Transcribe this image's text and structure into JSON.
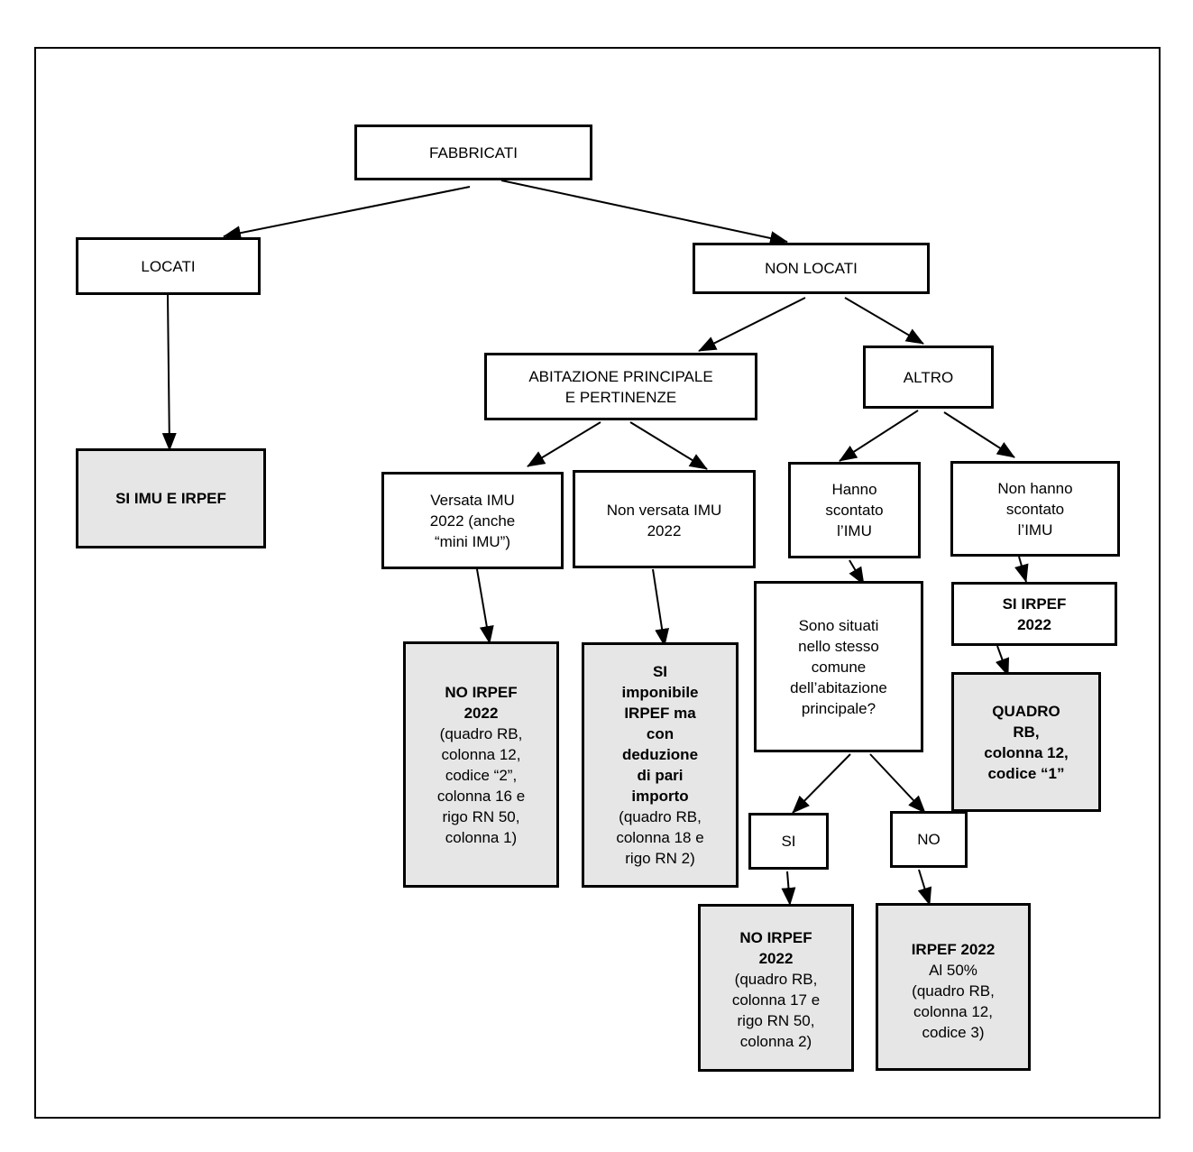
{
  "nodes": {
    "fabbricati": {
      "text": "FABBRICATI"
    },
    "locati": {
      "text": "LOCATI"
    },
    "non_locati": {
      "text": "NON LOCATI"
    },
    "si_imu_irpef": {
      "text": "SI IMU E IRPEF"
    },
    "abitazione": {
      "line1": "ABITAZIONE PRINCIPALE",
      "line2": "E PERTINENZE"
    },
    "altro": {
      "text": "ALTRO"
    },
    "versata": {
      "line1": "Versata IMU",
      "line2": "2022 (anche",
      "line3": "“mini IMU”)"
    },
    "non_versata": {
      "line1": "Non versata IMU",
      "line2": "2022"
    },
    "hanno_scontato": {
      "line1": "Hanno",
      "line2": "scontato",
      "line3": "l’IMU"
    },
    "non_hanno_scontato": {
      "line1": "Non hanno",
      "line2": "scontato",
      "line3": "l’IMU"
    },
    "sono_situati": {
      "line1": "Sono situati",
      "line2": "nello stesso",
      "line3": "comune",
      "line4": "dell’abitazione",
      "line5": "principale?"
    },
    "si_irpef": {
      "line1": "SI IRPEF",
      "line2": "2022"
    },
    "no_irpef_versata": {
      "bold1": "NO IRPEF",
      "bold2": "2022",
      "line1": "(quadro RB,",
      "line2": "colonna 12,",
      "line3": "codice “2”,",
      "line4": "colonna 16 e",
      "line5": "rigo RN 50,",
      "line6": "colonna 1)"
    },
    "si_imponibile": {
      "bold1": "SI",
      "bold2": "imponibile",
      "bold3": "IRPEF ma",
      "bold4": "con",
      "bold5": "deduzione",
      "bold6": "di pari",
      "bold7": "importo",
      "line1": "(quadro RB,",
      "line2": "colonna 18 e",
      "line3": "rigo RN 2)"
    },
    "quadro_rb": {
      "bold1": "QUADRO",
      "bold2": "RB,",
      "bold3": "colonna 12,",
      "bold4": "codice “1”"
    },
    "si": {
      "text": "SI"
    },
    "no": {
      "text": "NO"
    },
    "no_irpef_si": {
      "bold1": "NO IRPEF",
      "bold2": "2022",
      "line1": "(quadro RB,",
      "line2": "colonna 17 e",
      "line3": "rigo RN 50,",
      "line4": "colonna 2)"
    },
    "irpef_50": {
      "bold1": "IRPEF 2022",
      "line1": "Al 50%",
      "line2": "(quadro RB,",
      "line3": "colonna 12,",
      "line4": "codice 3)"
    }
  }
}
